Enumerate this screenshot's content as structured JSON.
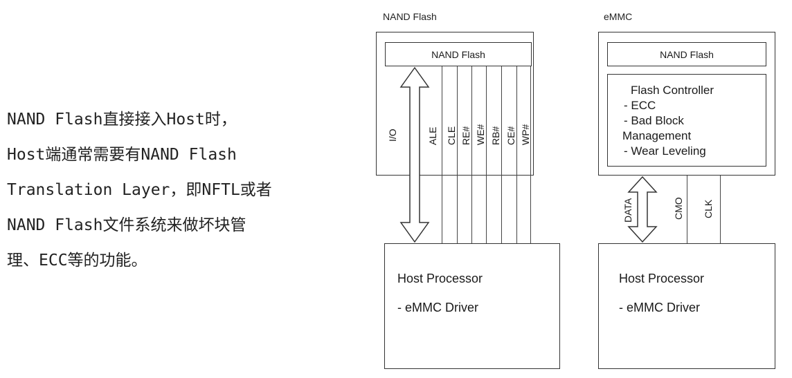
{
  "paragraph": {
    "lines": [
      "NAND Flash直接接入Host时，",
      "Host端通常需要有NAND Flash",
      "Translation Layer，即NFTL或者",
      "NAND Flash文件系统来做坏块管",
      "理、ECC等的功能。"
    ]
  },
  "nand_diagram": {
    "label": "NAND Flash",
    "chip_label": "NAND Flash",
    "signals": [
      "I/O",
      "ALE",
      "CLE",
      "RE#",
      "WE#",
      "RB#",
      "CE#",
      "WP#"
    ],
    "host": {
      "title": "Host Processor",
      "driver": "- eMMC Driver"
    }
  },
  "emmc_diagram": {
    "label": "eMMC",
    "chip_label": "NAND Flash",
    "controller": {
      "title": "Flash Controller",
      "items": [
        "- ECC",
        "- Bad Block",
        "Management",
        "- Wear Leveling"
      ]
    },
    "signals": [
      "DATA",
      "CMO",
      "CLK"
    ],
    "host": {
      "title": "Host Processor",
      "driver": "- eMMC Driver"
    }
  }
}
